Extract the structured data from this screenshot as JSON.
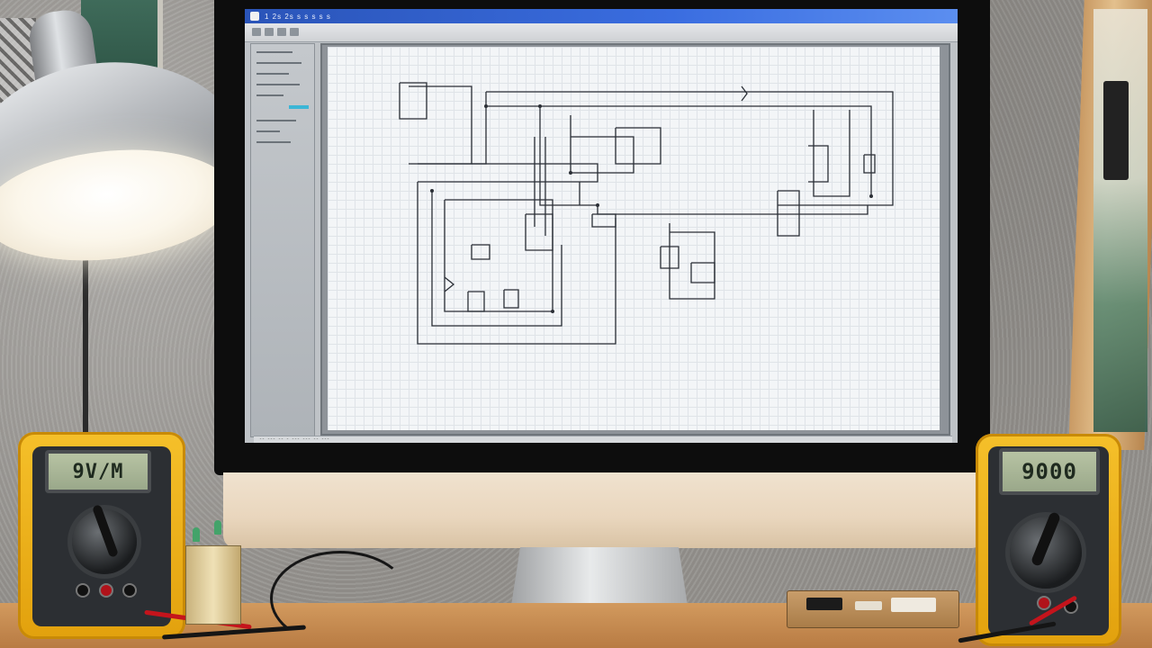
{
  "scene": {
    "description_tags": [
      "lamp-icon",
      "monitor-icon",
      "multimeter-icon",
      "circuit-board-icon"
    ]
  },
  "cad_app": {
    "title_text": "1  2s 2s  s s  s  s  s",
    "status_text": "-- --- -- - ---  --- -- ---"
  },
  "multimeter_left": {
    "reading": "9V/M"
  },
  "multimeter_right": {
    "reading": "9000"
  },
  "colors": {
    "titlebar": "#2a54b8",
    "multimeter_body": "#f5c02a",
    "desk": "#d29a5e",
    "canvas_bg": "#f3f5f7"
  }
}
